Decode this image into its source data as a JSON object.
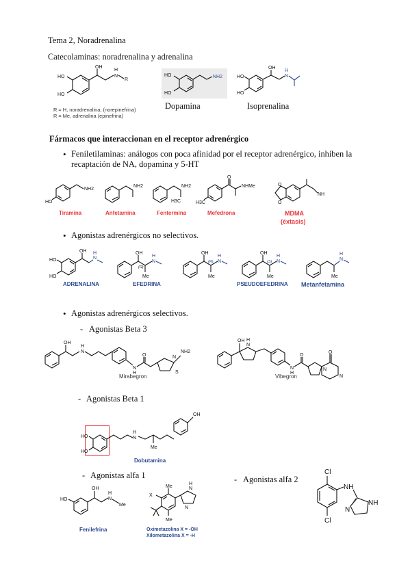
{
  "header": {
    "topic": "Tema 2, Noradrenalina",
    "subtitle": "Catecolaminas: noradrenalina y adrenalina"
  },
  "catecholamines": {
    "r_labels": [
      "R = H, noradrenalina, (norepinefrina)",
      "R = Me, adrenalina (epinefrina)"
    ],
    "dopamine": "Dopamina",
    "isoprenaline": "Isoprenalina"
  },
  "section": {
    "title": "Fármacos que interaccionan en el receptor adrenérgico"
  },
  "phenylethylamines": {
    "text": "Feniletilaminas: análogos con poca afinidad por el receptor adrenérgico, inhiben la recaptación de NA, dopamina y 5-HT",
    "compounds": [
      "Tiramina",
      "Anfetamina",
      "Fentermina",
      "Mefedrona",
      "MDMA",
      "(éxtasis)"
    ]
  },
  "nonselective": {
    "text": "Agonistas adrenérgicos no selectivos.",
    "compounds": [
      "ADRENALINA",
      "EFEDRINA",
      "PSEUDOEFEDRINA",
      "Metanfetamina"
    ]
  },
  "selective": {
    "text": "Agonistas adrenérgicos selectivos.",
    "beta3": {
      "label": "Agonistas Beta 3",
      "compounds": [
        "Mirabegron",
        "Vibegron"
      ]
    },
    "beta1": {
      "label": "Agonistas Beta 1",
      "compounds": [
        "Dobutamina"
      ]
    },
    "alfa1": {
      "label": "Agonistas alfa 1",
      "compounds": [
        "Fenilefrina",
        "Oximetazolina X = -OH",
        "Xilometazolina X = -H"
      ]
    },
    "alfa2": {
      "label": "Agonistas alfa 2"
    }
  },
  "atoms": {
    "oh": "OH",
    "ho": "HO",
    "h": "H",
    "n": "N",
    "nh": "NH",
    "nh2": "NH2",
    "r": "R",
    "me": "Me",
    "nhme": "NHMe",
    "o": "O",
    "cl": "Cl",
    "s": "S",
    "x": "X",
    "h3c": "H3C",
    "stereo_r": "(R)",
    "stereo_s": "(S)"
  },
  "colors": {
    "red": "#e8363a",
    "blue": "#2c4a8f"
  }
}
